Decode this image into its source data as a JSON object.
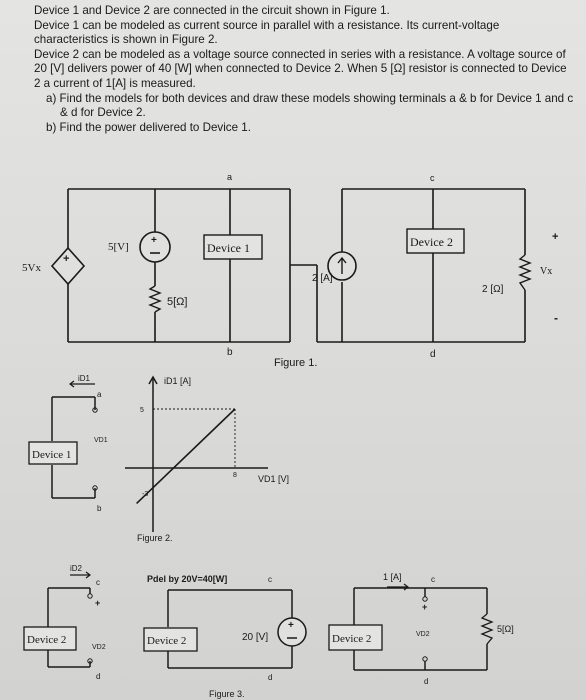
{
  "problem": {
    "line1": "Device 1 and Device 2 are connected in the circuit shown in Figure 1.",
    "line2": "Device 1 can be modeled as current source in parallel with a resistance. Its current-voltage characteristics is shown in Figure 2.",
    "line3": "Device 2 can be modeled as a voltage source connected in series with a resistance. A voltage source of 20 [V] delivers power of 40 [W] when connected to Device 2. When 5 [Ω] resistor is connected to Device 2 a current of 1[A] is measured.",
    "part_a": "a)  Find the models for both devices and draw these models showing terminals a & b for Device 1 and c & d for Device 2.",
    "part_b": "b)  Find the power delivered to Device 1."
  },
  "figure1": {
    "caption": "Figure 1.",
    "dep_source_label": "5Vx",
    "plus": "+",
    "v_source_label": "5[V]",
    "resistor1_label": "5[Ω]",
    "device1_label": "Device 1",
    "current_source_label": "2 [A]",
    "device2_label": "Device 2",
    "resistor2_label": "2 [Ω]",
    "vx_label": "Vx",
    "vx_plus": "+",
    "vx_minus": "-",
    "node_a": "a",
    "node_b": "b",
    "node_c": "c",
    "node_d": "d"
  },
  "figure2": {
    "caption": "Figure 2.",
    "device_label": "Device 1",
    "current_label": "iD1",
    "voltage_label": "VD1",
    "node_a": "a",
    "node_b": "b",
    "y_axis_label": "iD1 [A]",
    "x_axis_label": "VD1 [V]",
    "y_tick_pos": "5",
    "y_tick_neg": "-3",
    "x_tick": "8"
  },
  "chart_data": {
    "type": "line",
    "x": [
      -1.6,
      8
    ],
    "y": [
      -3,
      5
    ],
    "xlabel": "VD1 [V]",
    "ylabel": "iD1 [A]",
    "ticks": {
      "x": [
        8
      ],
      "y": [
        5,
        -3
      ]
    }
  },
  "figure3": {
    "caption": "Figure 3.",
    "device_label": "Device 2",
    "current_label": "iD2",
    "voltage_label": "VD2",
    "node_c": "c",
    "node_d": "d",
    "middle_title": "Pdel by 20V=40[W]",
    "middle_device": "Device 2",
    "middle_source": "20 [V]",
    "right_current": "1 [A]",
    "right_device": "Device 2",
    "right_voltage": "VD2",
    "right_resistor": "5[Ω]",
    "plus": "+",
    "minus": "-"
  }
}
